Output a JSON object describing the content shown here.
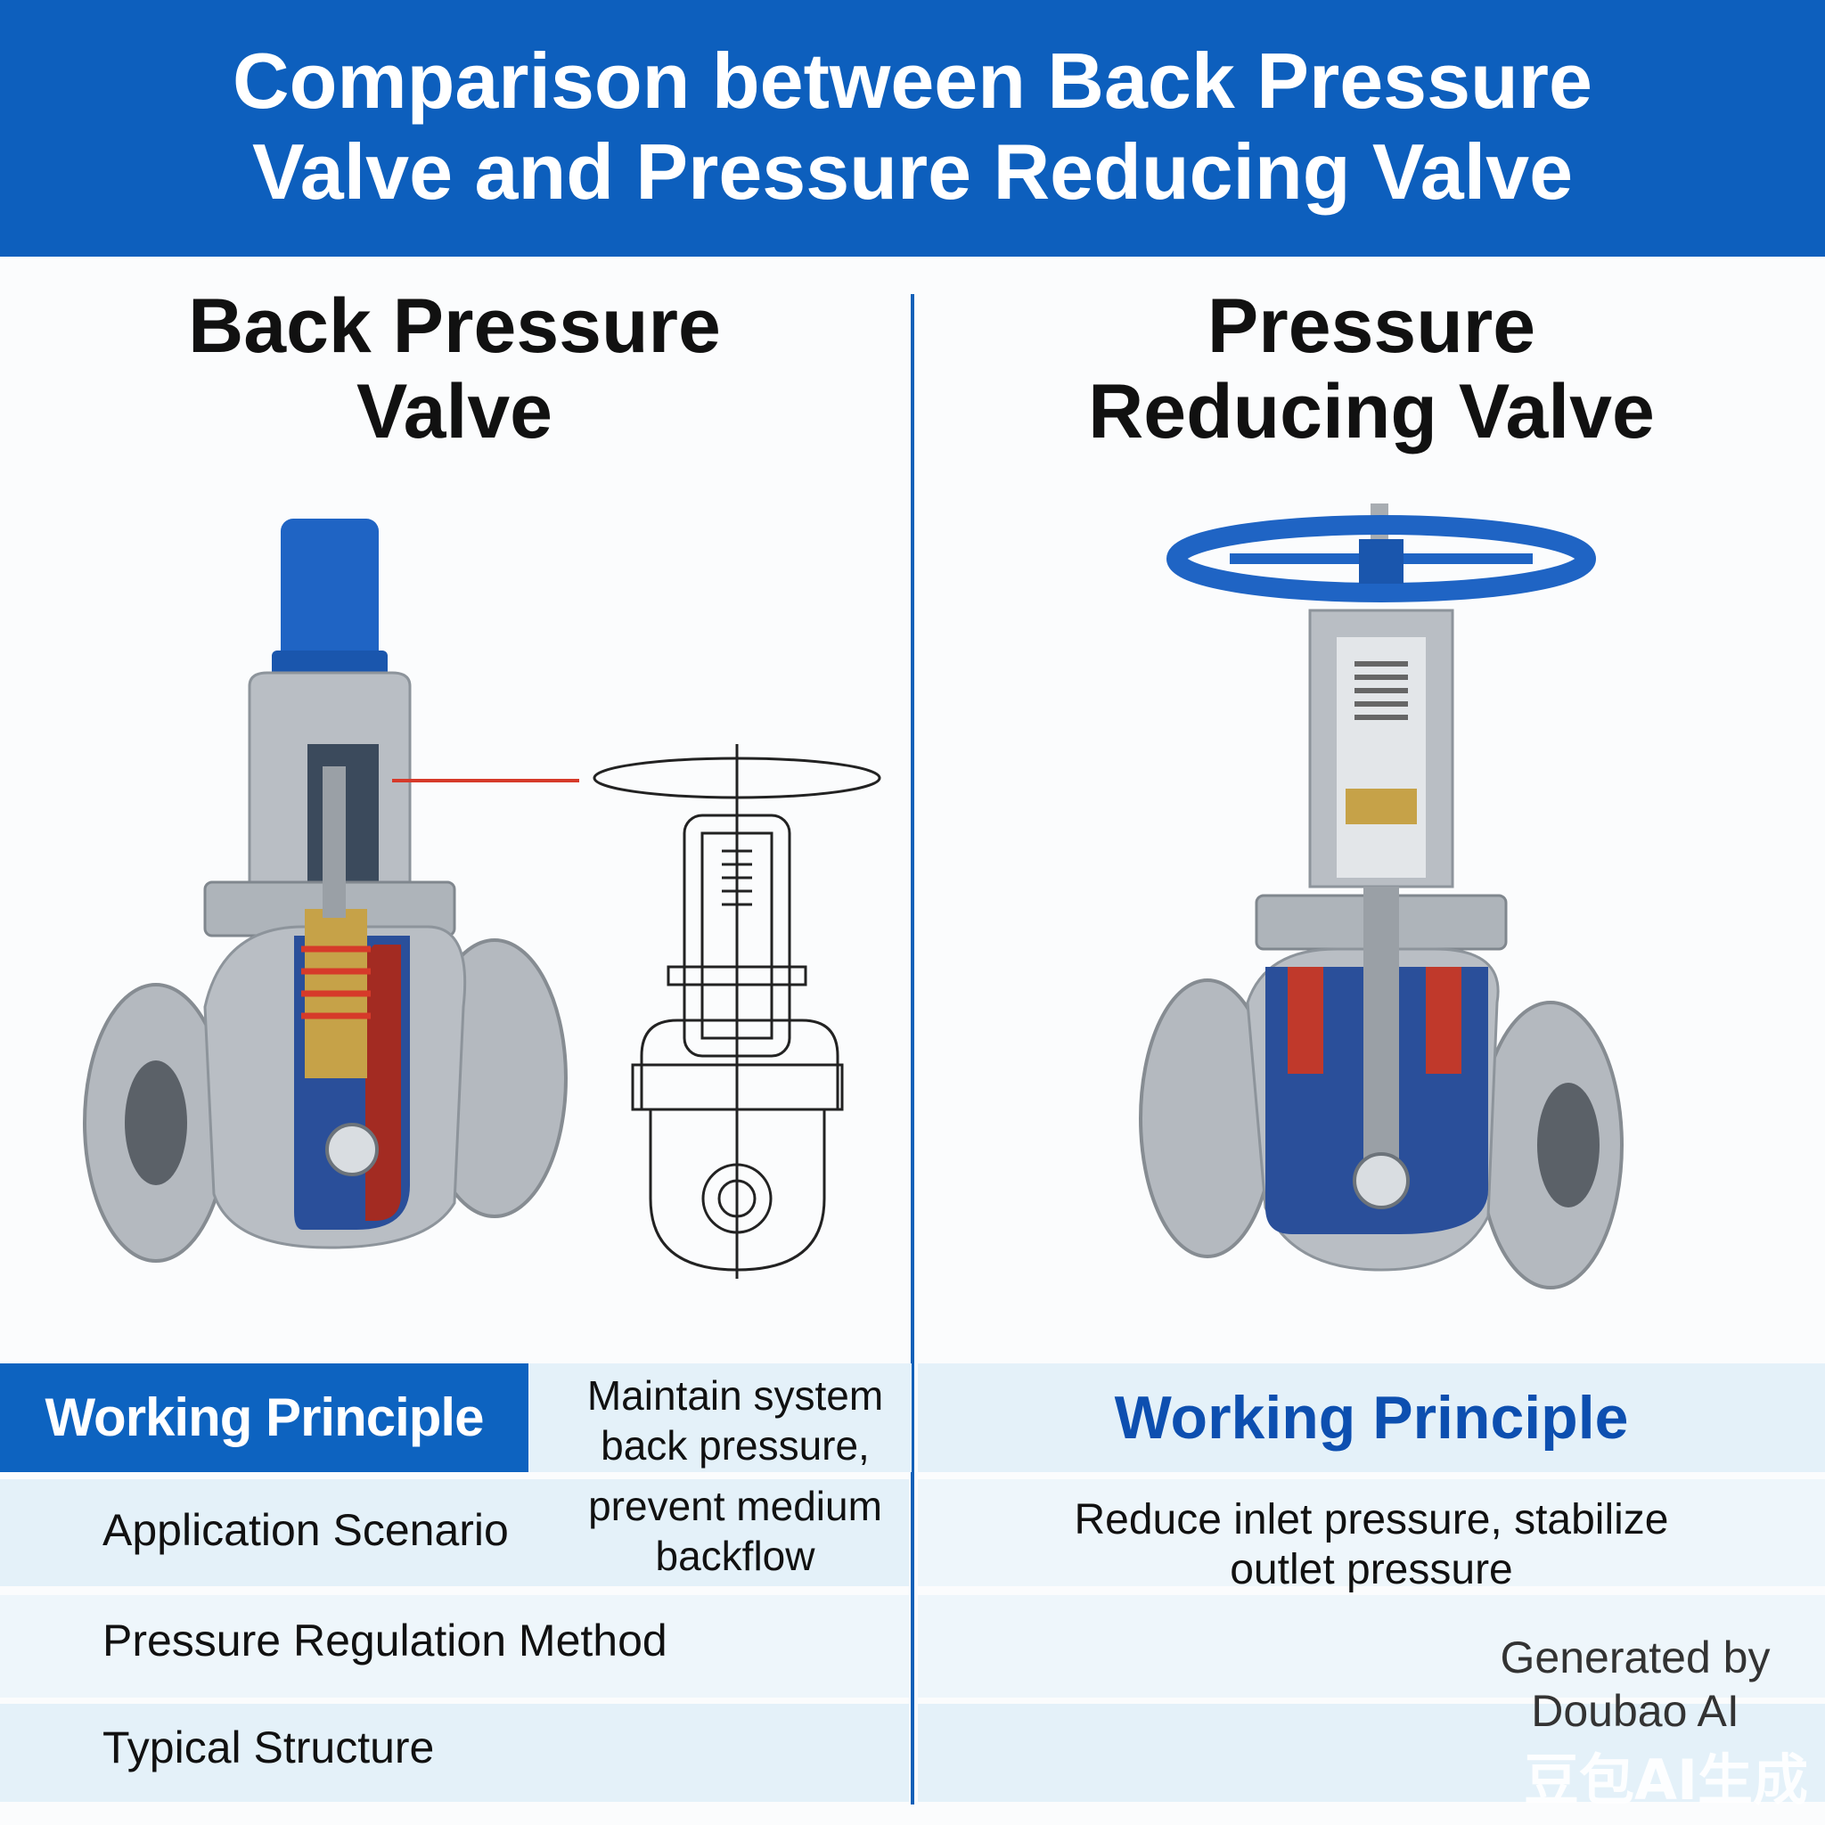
{
  "header": {
    "title_line1": "Comparison between Back Pressure",
    "title_line2": "Valve and Pressure Reducing Valve"
  },
  "left": {
    "heading_line1": "Back Pressure",
    "heading_line2": "Valve",
    "rows": [
      {
        "label": "Working Principle"
      },
      {
        "label": "Application Scenario"
      },
      {
        "label": "Pressure Regulation Method"
      },
      {
        "label": "Typical Structure"
      }
    ],
    "value_lines": [
      "Maintain system",
      "back pressure,",
      "prevent medium",
      "backflow"
    ]
  },
  "right": {
    "heading_line1": "Pressure",
    "heading_line2": "Reducing Valve",
    "working_principle_label": "Working Principle",
    "value_line1": "Reduce inlet pressure, stabilize",
    "value_line2": "outlet pressure"
  },
  "watermark": {
    "line1": "Generated by",
    "line2": "Doubao AI",
    "overlay": "豆包AI生成"
  },
  "colors": {
    "brand_blue": "#0d5fbd",
    "row_bg": "#e4f1f9",
    "valve_blue": "#1f64c4",
    "steel": "#b9bec4",
    "accent_red": "#d63a2a"
  }
}
